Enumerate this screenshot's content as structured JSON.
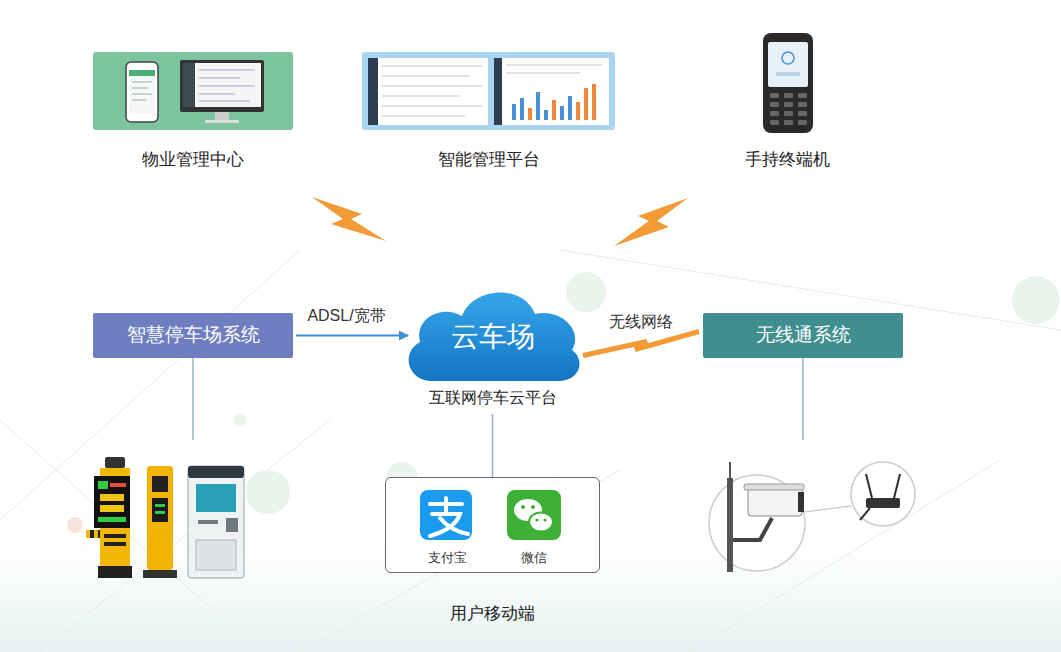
{
  "diagram": {
    "nodes": [
      {
        "text": [
          "物业管理中心"
        ]
      },
      {
        "text": [
          "智能管理平台"
        ]
      },
      {
        "text": [
          "手持终端机"
        ]
      },
      {
        "text": [
          "智慧停车场系统"
        ]
      },
      {
        "text": [
          "云车场",
          "互联网停车云平台"
        ]
      },
      {
        "text": [
          "无线通系统"
        ]
      },
      {
        "text": [
          "用户移动端"
        ]
      },
      {
        "text": [
          "支付宝"
        ],
        "in": 6
      },
      {
        "text": [
          "微信"
        ],
        "in": 6
      }
    ],
    "edges": [
      {
        "from": 3,
        "to": 4,
        "arrow": "to",
        "label": "ADSL/宽带"
      },
      {
        "from": 4,
        "to": 5,
        "arrow": "none",
        "label": "无线网络"
      },
      {
        "from": 4,
        "to": 6,
        "arrow": "none"
      }
    ]
  }
}
